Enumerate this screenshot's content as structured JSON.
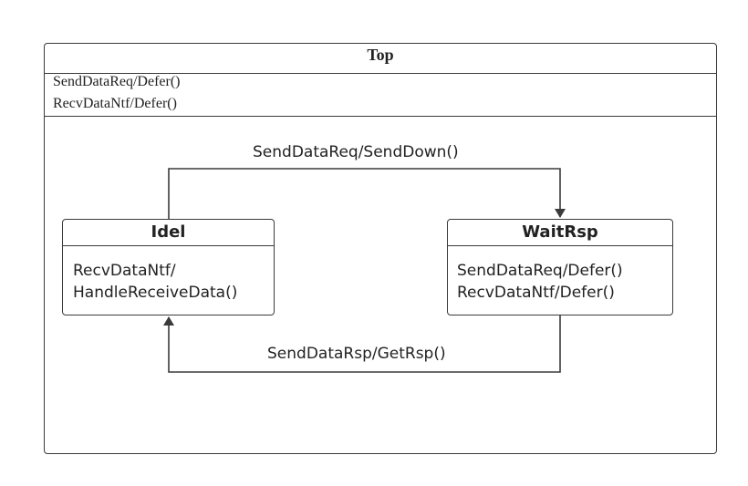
{
  "top": {
    "title": "Top",
    "actions": [
      "SendDataReq/Defer()",
      "RecvDataNtf/Defer()"
    ]
  },
  "idel": {
    "title": "Idel",
    "actions": [
      "RecvDataNtf/",
      "HandleReceiveData()"
    ]
  },
  "waitrsp": {
    "title": "WaitRsp",
    "actions": [
      "SendDataReq/Defer()",
      "RecvDataNtf/Defer()"
    ]
  },
  "transitions": {
    "idel_to_waitrsp": "SendDataReq/SendDown()",
    "waitrsp_to_idel": "SendDataRsp/GetRsp()"
  },
  "colors": {
    "stroke": "#3a3a3a",
    "text": "#222222"
  }
}
